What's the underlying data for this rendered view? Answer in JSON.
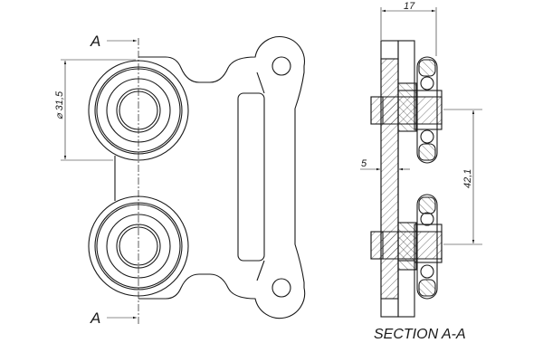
{
  "front_view": {
    "section_marker_top": "A",
    "section_marker_bottom": "A",
    "diameter_dim": "⌀ 31,5"
  },
  "section_view": {
    "width_dim": "17",
    "plate_thickness_dim": "5",
    "center_distance_dim": "42,1",
    "title": "SECTION A-A"
  }
}
